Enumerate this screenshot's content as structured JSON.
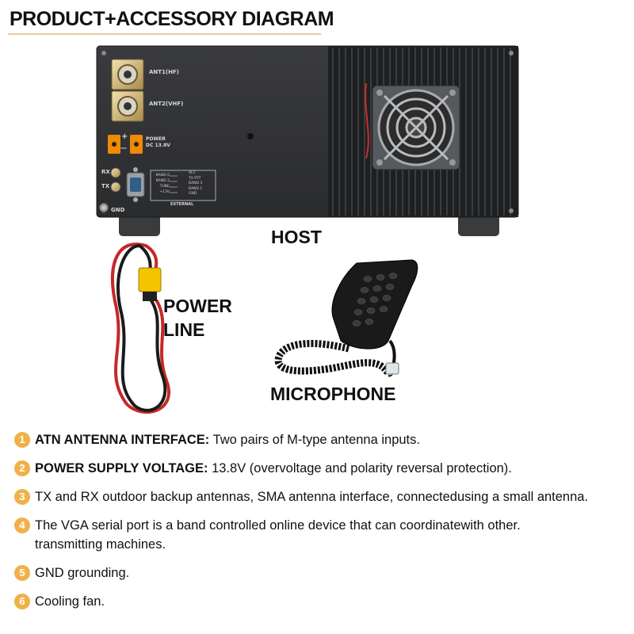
{
  "title": "PRODUCT+ACCESSORY DIAGRAM",
  "panel": {
    "ant1": "ANT1(HF)",
    "ant2": "ANT2(VHF)",
    "plus": "+",
    "minus": "—",
    "power": "POWER",
    "dc": "DC 13.8V",
    "rx": "RX",
    "tx": "TX",
    "gnd": "GND",
    "external": "EXTERNAL",
    "pin_left": [
      "BAND 0",
      "BAND 2",
      "TUNE",
      "+13V"
    ],
    "pin_right": [
      "ALC",
      "TX PTT",
      "BAND 3",
      "BAND 1",
      "GND"
    ]
  },
  "labels": {
    "host": "HOST",
    "power_line_1": "POWER",
    "power_line_2": "LINE",
    "microphone": "MICROPHONE"
  },
  "features": [
    {
      "num": "1",
      "bold": "ATN ANTENNA INTERFACE:",
      "text": " Two pairs of M-type antenna inputs."
    },
    {
      "num": "2",
      "bold": "POWER SUPPLY VOLTAGE:",
      "text": " 13.8V (overvoltage and polarity reversal protection)."
    },
    {
      "num": "3",
      "bold": "",
      "text": "TX and RX outdoor backup antennas, SMA antenna interface, connectedusing a small antenna."
    },
    {
      "num": "4",
      "bold": "",
      "text": "The VGA serial port is a band controlled online device that can coordinatewith other. transmitting machines."
    },
    {
      "num": "5",
      "bold": "",
      "text": "GND grounding."
    },
    {
      "num": "6",
      "bold": "",
      "text": "Cooling fan."
    }
  ],
  "colors": {
    "accent": "#f0b14a",
    "device": "#2e2f31",
    "heatsink": "#1d1e20",
    "connector": "#f08a00"
  }
}
